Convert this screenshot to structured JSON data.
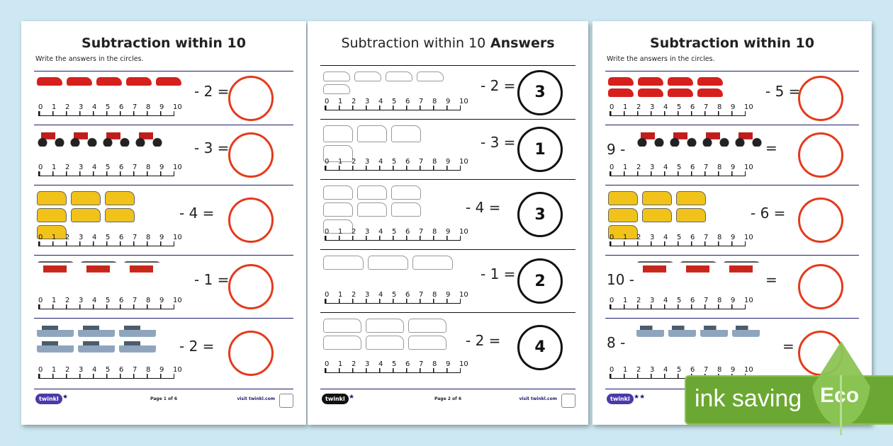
{
  "pages": [
    {
      "title": "Subtraction within 10",
      "instruction": "Write the answers in the circles.",
      "footer": {
        "stars": "★",
        "page": "Page 1 of 6",
        "visit": "visit twinkl.com",
        "logo": "twinkl"
      },
      "style": "color",
      "rows": [
        {
          "vehicle": "car",
          "count": 5,
          "expr": "- 2 =",
          "answer": ""
        },
        {
          "vehicle": "bike",
          "count": 4,
          "expr": "- 3 =",
          "answer": ""
        },
        {
          "vehicle": "van",
          "count": 7,
          "expr": "- 4 =",
          "answer": ""
        },
        {
          "vehicle": "heli",
          "count": 3,
          "expr": "- 1 =",
          "answer": ""
        },
        {
          "vehicle": "boat",
          "count": 6,
          "expr": "- 2 =",
          "answer": ""
        }
      ]
    },
    {
      "title": "Subtraction within 10",
      "title_bold": "Answers",
      "instruction": "",
      "footer": {
        "stars": "★",
        "page": "Page 2 of 6",
        "visit": "visit twinkl.com",
        "logo": "twinkl"
      },
      "style": "outline",
      "rows": [
        {
          "vehicle": "car",
          "count": 5,
          "expr": "- 2 =",
          "answer": "3"
        },
        {
          "vehicle": "bike",
          "count": 4,
          "expr": "- 3 =",
          "answer": "1"
        },
        {
          "vehicle": "van",
          "count": 7,
          "expr": "- 4 =",
          "answer": "3"
        },
        {
          "vehicle": "heli",
          "count": 3,
          "expr": "- 1 =",
          "answer": "2"
        },
        {
          "vehicle": "boat",
          "count": 6,
          "expr": "- 2 =",
          "answer": "4"
        }
      ]
    },
    {
      "title": "Subtraction within 10",
      "instruction": "Write the answers in the circles.",
      "footer": {
        "stars": "★★",
        "page": "",
        "visit": "",
        "logo": "twinkl"
      },
      "style": "color",
      "rows": [
        {
          "vehicle": "car",
          "count": 8,
          "prefix": "",
          "expr": "- 5 =",
          "answer": ""
        },
        {
          "vehicle": "bike",
          "count": 4,
          "prefix": "9 -",
          "expr": "=",
          "answer": ""
        },
        {
          "vehicle": "van",
          "count": 7,
          "prefix": "",
          "expr": "- 6 =",
          "answer": ""
        },
        {
          "vehicle": "heli",
          "count": 3,
          "prefix": "10 -",
          "expr": "=",
          "answer": ""
        },
        {
          "vehicle": "boat",
          "count": 4,
          "prefix": "8 -",
          "expr": "=",
          "answer": ""
        }
      ]
    }
  ],
  "number_line": [
    "0",
    "1",
    "2",
    "3",
    "4",
    "5",
    "6",
    "7",
    "8",
    "9",
    "10"
  ],
  "eco_badge": {
    "text": "ink saving",
    "word": "Eco"
  },
  "colors": {
    "background": "#cde8f2",
    "circle": "#e43a1c",
    "rule": "#1c1c6e",
    "eco": "#6ba833"
  }
}
